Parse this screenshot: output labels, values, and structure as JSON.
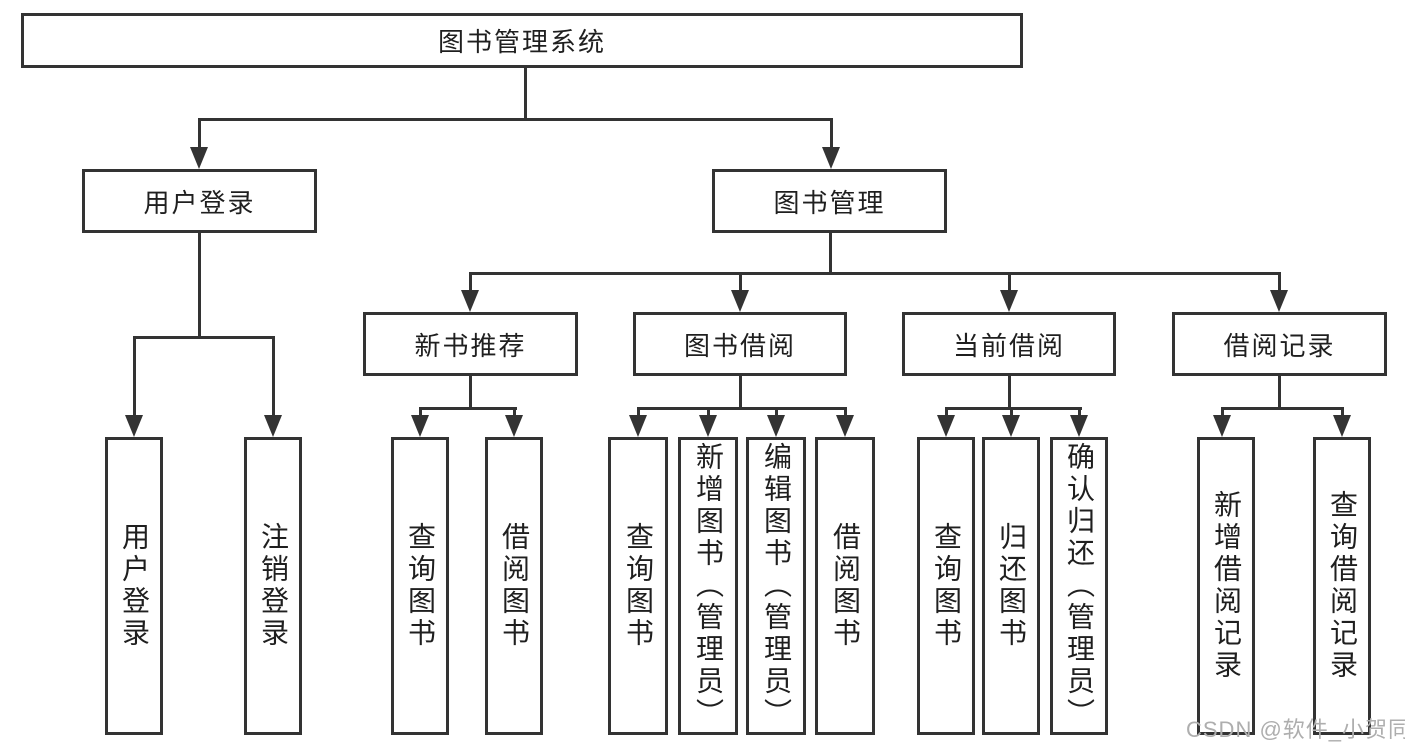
{
  "root": {
    "label": "图书管理系统"
  },
  "level2": [
    {
      "label": "用户登录"
    },
    {
      "label": "图书管理"
    }
  ],
  "level3": [
    {
      "label": "新书推荐"
    },
    {
      "label": "图书借阅"
    },
    {
      "label": "当前借阅"
    },
    {
      "label": "借阅记录"
    }
  ],
  "leaves": {
    "login": [
      "用户登录",
      "注销登录"
    ],
    "recommend": [
      "查询图书",
      "借阅图书"
    ],
    "borrow": [
      "查询图书",
      "新增图书（管理员）",
      "编辑图书（管理员）",
      "借阅图书"
    ],
    "current": [
      "查询图书",
      "归还图书",
      "确认归还（管理员）"
    ],
    "record": [
      "新增借阅记录",
      "查询借阅记录"
    ]
  },
  "watermark": {
    "text": "CSDN @软件_小贺同学",
    "color": "#aeaeae"
  },
  "colors": {
    "line": "#333333",
    "box_border": "#333333",
    "text": "#1f1f1f",
    "background": "#ffffff"
  }
}
